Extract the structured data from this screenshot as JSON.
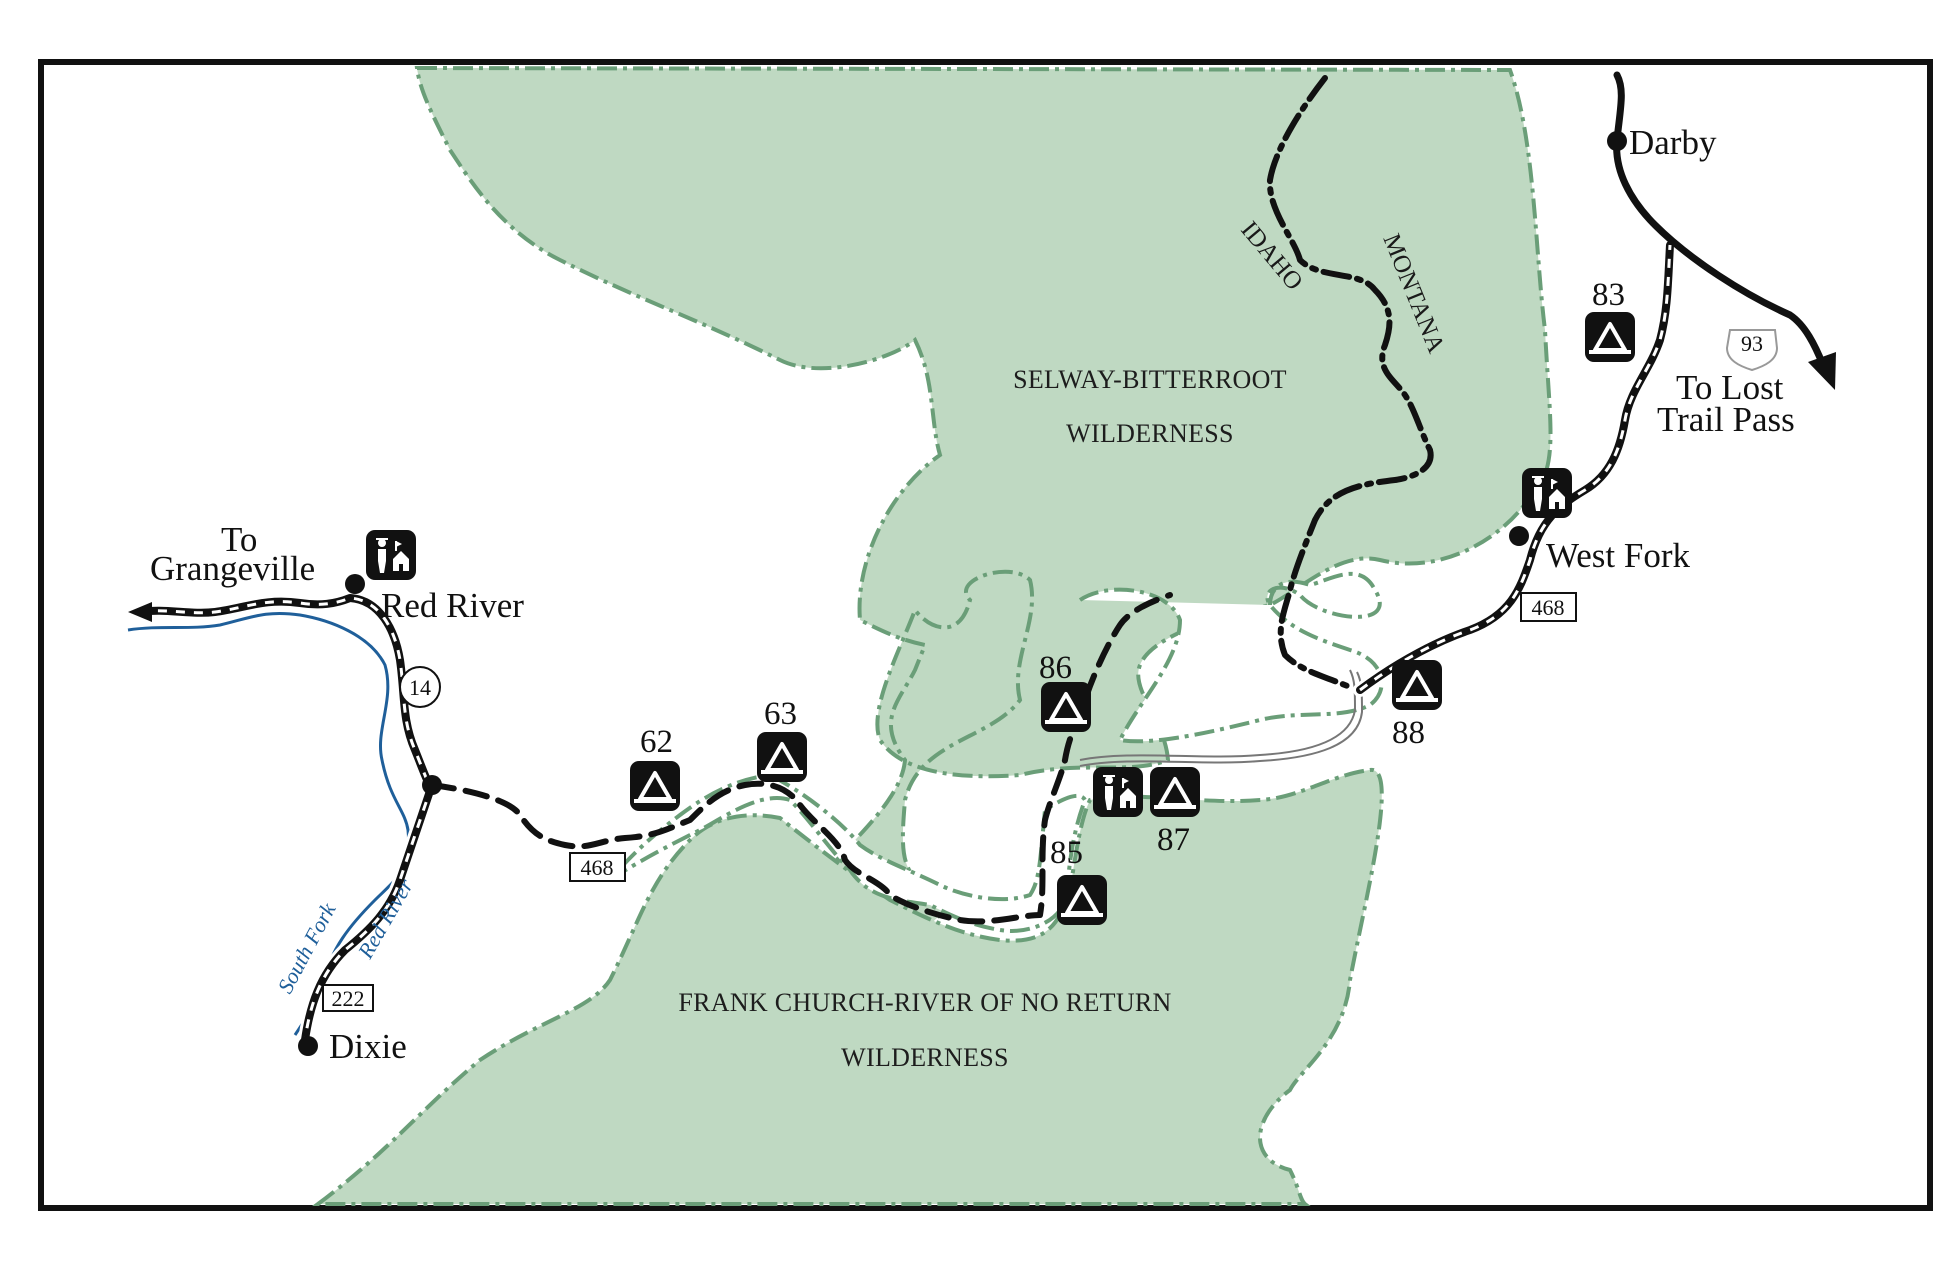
{
  "map": {
    "towns": {
      "darby": "Darby",
      "red_river": "Red River",
      "west_fork": "West Fork",
      "dixie": "Dixie"
    },
    "destinations": {
      "grangeville_line1": "To",
      "grangeville_line2": "Grangeville",
      "lost_trail_line1": "To Lost",
      "lost_trail_line2": "Trail Pass"
    },
    "wilderness": {
      "selway_line1": "SELWAY-BITTERROOT",
      "selway_line2": "WILDERNESS",
      "frank_church_line1": "FRANK CHURCH-RIVER OF NO RETURN",
      "frank_church_line2": "WILDERNESS"
    },
    "states": {
      "idaho": "IDAHO",
      "montana": "MONTANA"
    },
    "river": {
      "line1": "South Fork",
      "line2": "Red River"
    },
    "routes": {
      "us_93": "93",
      "state_14": "14",
      "fr_468_west": "468",
      "fr_468_east": "468",
      "fr_222": "222"
    },
    "campgrounds": {
      "c62": "62",
      "c63": "63",
      "c83": "83",
      "c85": "85",
      "c86": "86",
      "c87": "87",
      "c88": "88"
    },
    "icons": {
      "campground": "campground-tent-icon",
      "ranger_station": "ranger-station-icon",
      "town": "town-dot-icon"
    },
    "colors": {
      "wilderness_fill": "#bfd9c2",
      "wilderness_border": "#6a9e78",
      "river": "#1f5f9a",
      "road": "#111111"
    }
  }
}
